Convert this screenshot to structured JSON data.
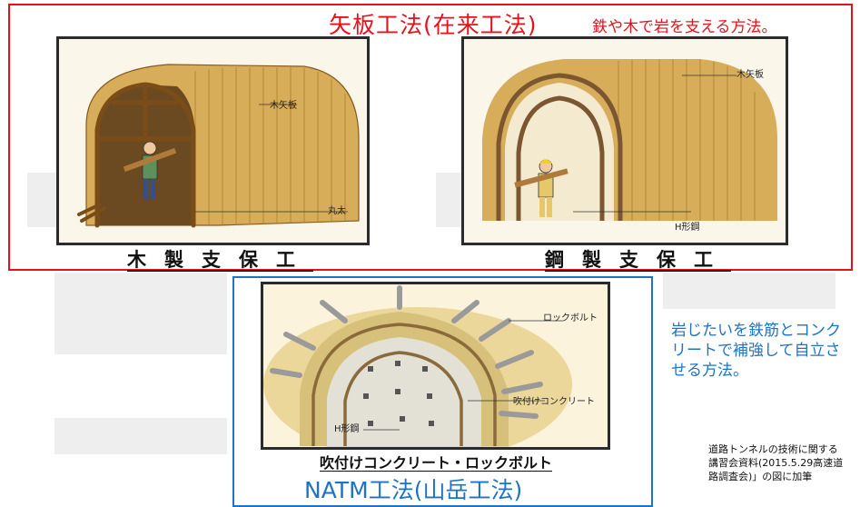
{
  "header": {
    "title": "矢板工法(在来工法)",
    "note": "鉄や木で岩を支える方法。"
  },
  "panels": [
    {
      "caption": "木製支保工",
      "labels": [
        "木矢板",
        "丸太"
      ]
    },
    {
      "caption": "鋼製支保工",
      "labels": [
        "木矢板",
        "H形鋼"
      ]
    },
    {
      "caption": "吹付けコンクリート・ロックボルト",
      "labels": [
        "ロックボルト",
        "吹付けコンクリート",
        "H形鋼"
      ]
    }
  ],
  "natm": {
    "title": "NATM工法(山岳工法)",
    "note": "岩じたいを鉄筋とコンクリートで補強して自立させる方法。"
  },
  "source": "道路トンネルの技術に関する講習会資料(2015.5.29高速道路調査会)」の図に加筆",
  "colors": {
    "red": "#e8111a",
    "blue": "#1e73c4",
    "straw": "#d8ad5a"
  }
}
